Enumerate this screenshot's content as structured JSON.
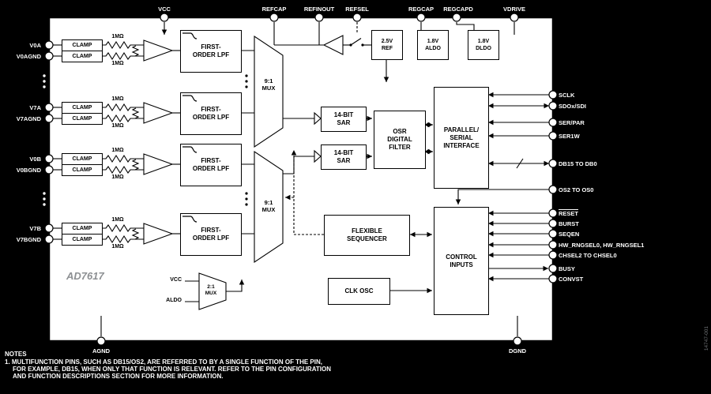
{
  "colors": {
    "background": "#000000",
    "surface": "#ffffff",
    "line": "#000000",
    "chip_label": "#8d9093"
  },
  "chip": {
    "part_number": "AD7617"
  },
  "top_pins": {
    "vcc": "VCC",
    "refcap": "REFCAP",
    "refinout": "REFINOUT",
    "refsel": "REFSEL",
    "regcap": "REGCAP",
    "regcapd": "REGCAPD",
    "vdrive": "VDRIVE"
  },
  "left_pins": [
    "V0A",
    "V0AGND",
    "V7A",
    "V7AGND",
    "V0B",
    "V0BGND",
    "V7B",
    "V7BGND"
  ],
  "front_end": {
    "clamp": "CLAMP",
    "input_resistor": "1MΩ",
    "lpf_line1": "FIRST-",
    "lpf_line2": "ORDER LPF"
  },
  "mux": {
    "ratio": "9:1",
    "label": "MUX"
  },
  "adc": {
    "sar_line1": "14-BIT",
    "sar_line2": "SAR"
  },
  "osr": {
    "lines": [
      "OSR",
      "DIGITAL",
      "FILTER"
    ]
  },
  "interface": {
    "lines": [
      "PARALLEL/",
      "SERIAL",
      "INTERFACE"
    ]
  },
  "sequencer": {
    "lines": [
      "FLEXIBLE",
      "SEQUENCER"
    ]
  },
  "control": {
    "lines": [
      "CONTROL",
      "INPUTS"
    ]
  },
  "clk_osc": "CLK OSC",
  "supply_mux": {
    "ratio": "2:1",
    "label": "MUX",
    "inputs": [
      "VCC",
      "ALDO"
    ]
  },
  "regulators": {
    "ref": [
      "2.5V",
      "REF"
    ],
    "aldo": [
      "1.8V",
      "ALDO"
    ],
    "dldo": [
      "1.8V",
      "DLDO"
    ]
  },
  "right_pins": [
    "SCLK",
    "SDOx/SDI",
    "SER/PAR",
    "SER1W",
    "DB15 TO DB0",
    "OS2 TO OS0",
    "RESET",
    "BURST",
    "SEQEN",
    "HW_RNGSEL0, HW_RNGSEL1",
    "CHSEL2 TO CHSEL0",
    "BUSY",
    "CONVST"
  ],
  "bottom_pins": {
    "agnd": "AGND",
    "dgnd": "DGND"
  },
  "notes": {
    "title": "NOTES",
    "lines": [
      "1. MULTIFUNCTION PINS, SUCH AS DB15/OS2, ARE REFERRED TO BY A SINGLE FUNCTION OF THE PIN,",
      "FOR EXAMPLE, DB15, WHEN ONLY THAT FUNCTION IS RELEVANT. REFER TO THE PIN CONFIGURATION",
      "AND FUNCTION DESCRIPTIONS SECTION FOR MORE INFORMATION."
    ]
  },
  "watermark": "14747-001"
}
